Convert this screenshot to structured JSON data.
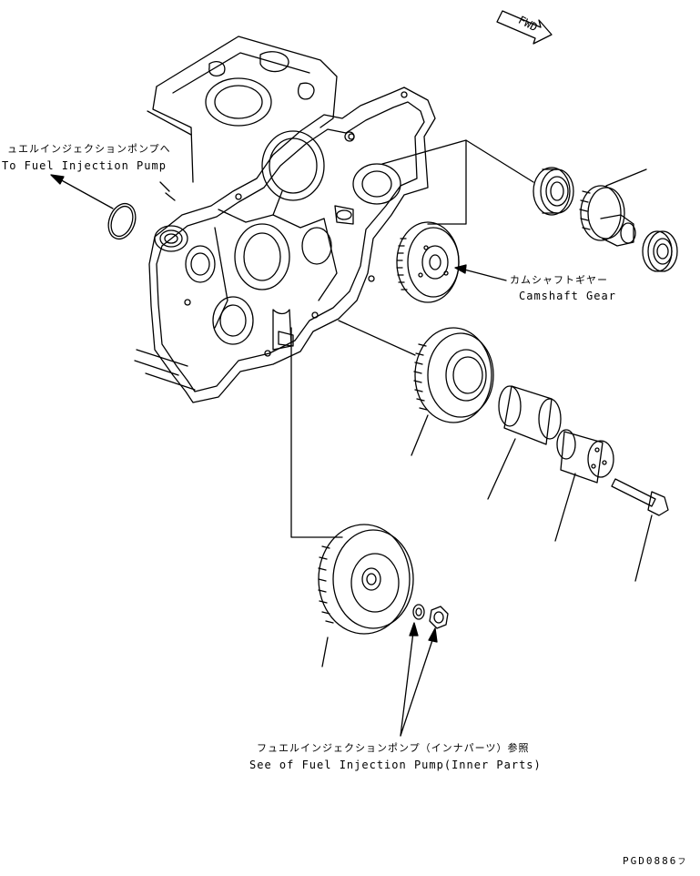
{
  "labels": {
    "fuel_pump_jp": "ュエルインジェクションポンプへ",
    "fuel_pump_en": "To Fuel Injection Pump",
    "camshaft_jp": "カムシャフトギヤー",
    "camshaft_en": "Camshaft Gear",
    "inner_parts_jp": "フュエルインジェクションポンプ（インナパーツ）参照",
    "inner_parts_en": "See of Fuel Injection Pump(Inner Parts)",
    "fwd": "FWD",
    "page_code": "PGD0886",
    "page_code_suffix": "フ"
  },
  "colors": {
    "line": "#000000",
    "background": "#ffffff"
  }
}
